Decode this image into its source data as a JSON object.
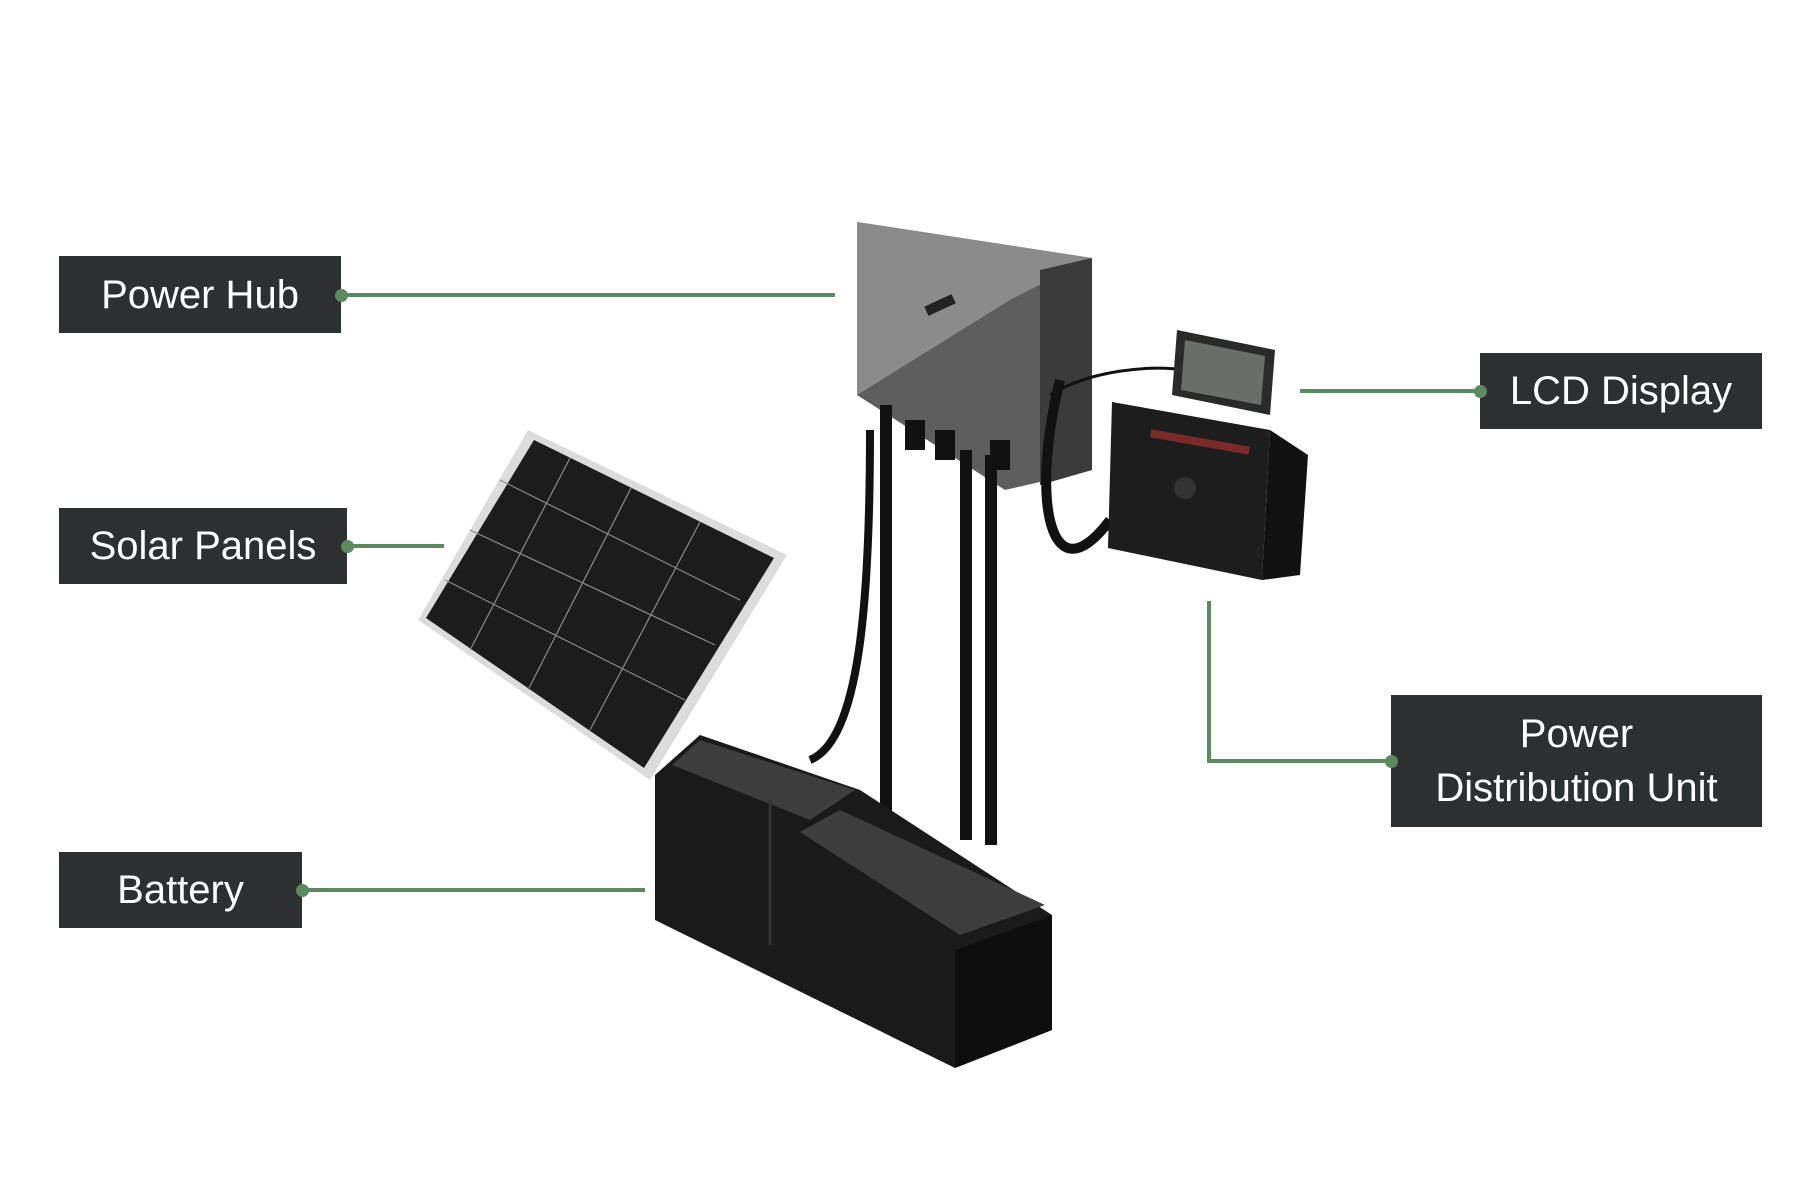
{
  "labels": {
    "power_hub": "Power Hub",
    "solar_panels": "Solar Panels",
    "battery": "Battery",
    "lcd_display": "LCD Display",
    "pdu_line1": "Power",
    "pdu_line2": "Distribution Unit"
  },
  "colors": {
    "label_bg": "#2c3031",
    "leader": "#5b8a5f"
  }
}
